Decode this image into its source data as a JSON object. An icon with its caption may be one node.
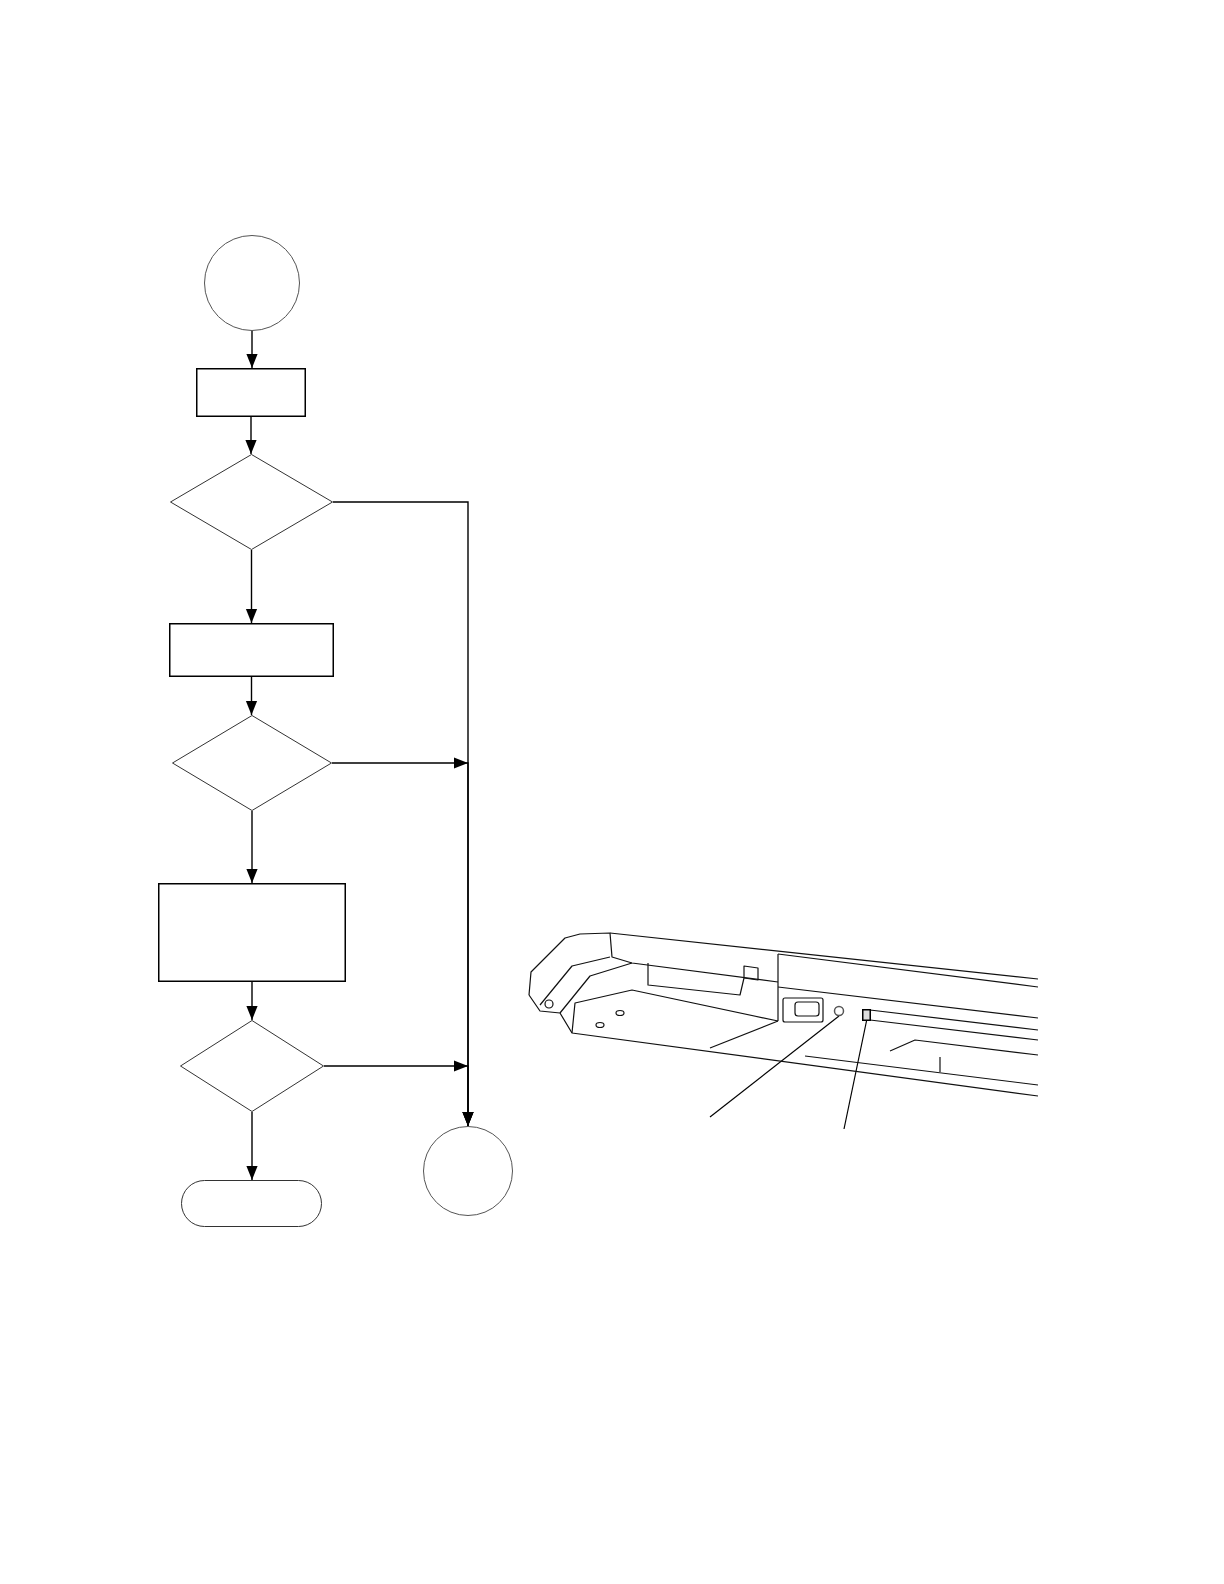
{
  "diagram": {
    "nodes": [
      {
        "text": [],
        "shape": "circle"
      },
      {
        "text": [],
        "shape": "box"
      },
      {
        "text": [],
        "shape": "diamond"
      },
      {
        "text": [],
        "shape": "box"
      },
      {
        "text": [],
        "shape": "diamond"
      },
      {
        "text": [],
        "shape": "box"
      },
      {
        "text": [],
        "shape": "diamond"
      },
      {
        "text": [],
        "shape": "terminal"
      },
      {
        "text": [],
        "shape": "circle"
      },
      {
        "text": [],
        "shape": "picture"
      },
      {
        "text": [],
        "shape": "circle",
        "in": 9
      },
      {
        "text": [],
        "shape": "box",
        "in": 9
      }
    ],
    "edges": [
      {
        "from": 0,
        "to": 1,
        "arrow": "to"
      },
      {
        "from": 1,
        "to": 2,
        "arrow": "to"
      },
      {
        "from": 2,
        "to": 3,
        "arrow": "to"
      },
      {
        "from": 3,
        "to": 4,
        "arrow": "to"
      },
      {
        "from": 4,
        "to": 5,
        "arrow": "to"
      },
      {
        "from": 5,
        "to": 6,
        "arrow": "to"
      },
      {
        "from": 6,
        "to": 7,
        "arrow": "to"
      },
      {
        "from": 2,
        "to": 8,
        "arrow": "to"
      },
      {
        "from": 4,
        "to": 8,
        "arrow": "to"
      },
      {
        "from": 6,
        "to": 8,
        "arrow": "to"
      },
      {
        "from": null,
        "to": 10,
        "arrow": "none"
      },
      {
        "from": null,
        "to": 11,
        "arrow": "none"
      }
    ]
  }
}
